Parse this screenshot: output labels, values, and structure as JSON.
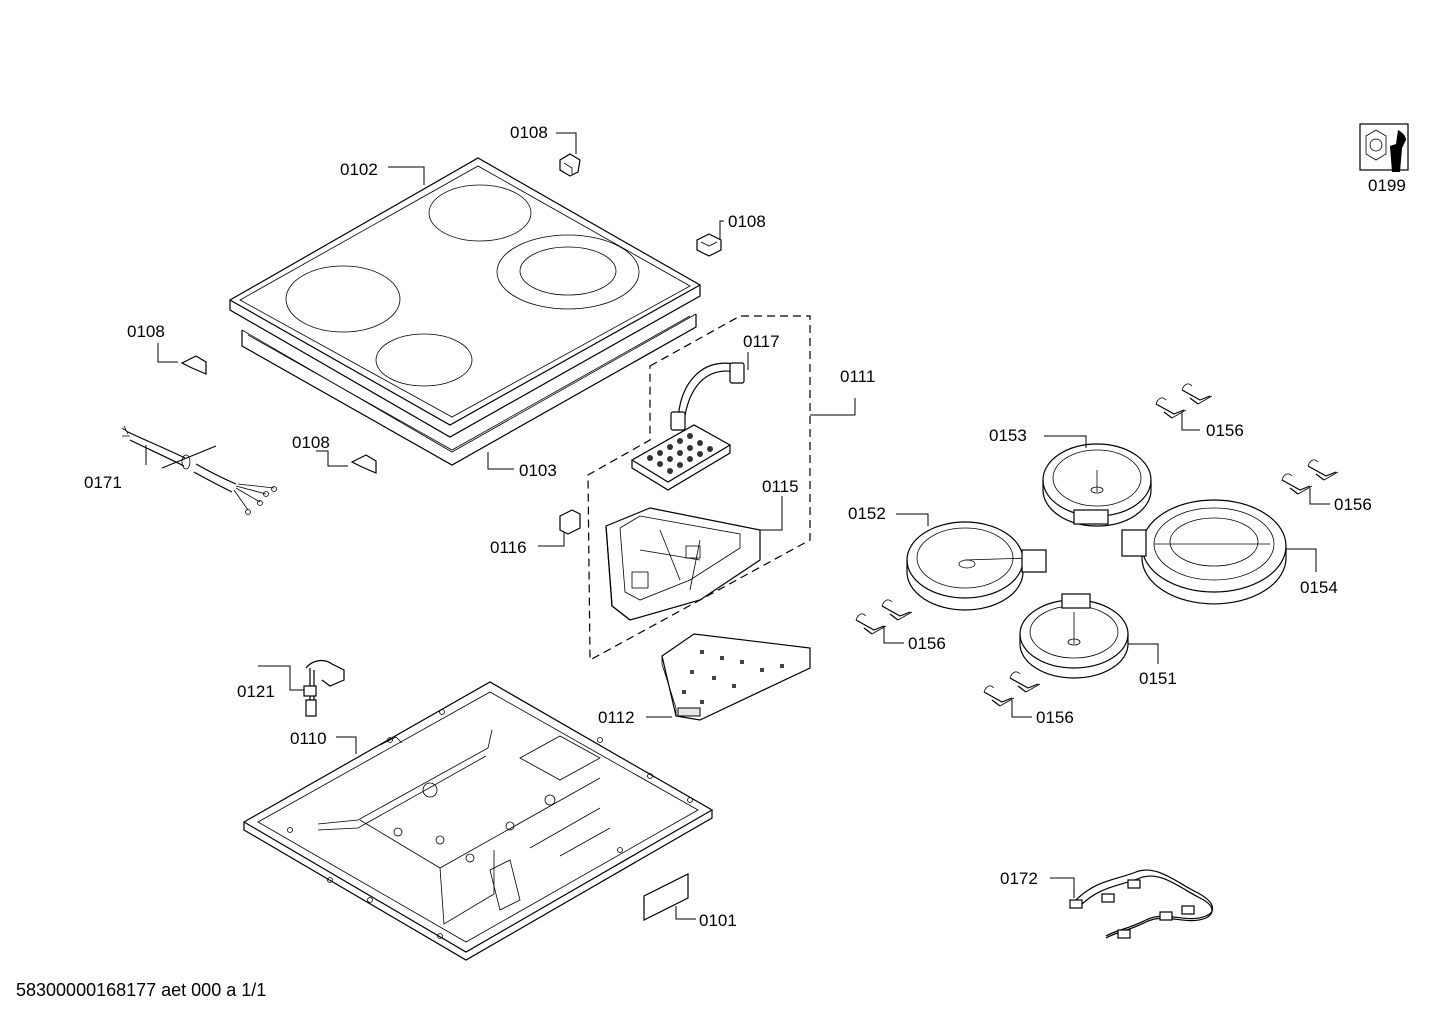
{
  "document_id": "58300000168177 aet 000 a 1/1",
  "labels": {
    "p0102": "0102",
    "p0108_top": "0108",
    "p0108_right": "0108",
    "p0108_left": "0108",
    "p0108_low": "0108",
    "p0103": "0103",
    "p0171": "0171",
    "p0117": "0117",
    "p0111": "0111",
    "p0115": "0115",
    "p0116": "0116",
    "p0112": "0112",
    "p0121": "0121",
    "p0110": "0110",
    "p0101": "0101",
    "p0153": "0153",
    "p0152": "0152",
    "p0154": "0154",
    "p0151": "0151",
    "p0156_a": "0156",
    "p0156_b": "0156",
    "p0156_c": "0156",
    "p0156_d": "0156",
    "p0172": "0172",
    "p0199": "0199"
  }
}
